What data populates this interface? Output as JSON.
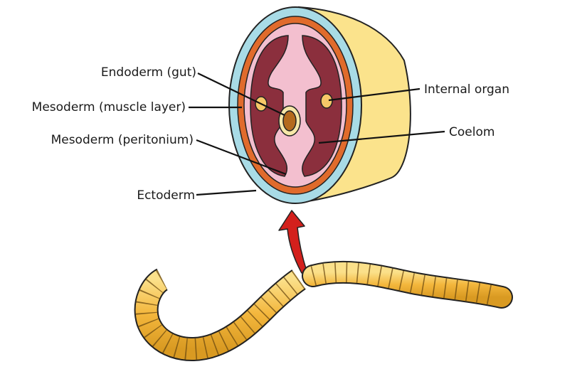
{
  "labels": {
    "endoderm": "Endoderm (gut)",
    "mesoderm_muscle": "Mesoderm (muscle layer)",
    "mesoderm_peritonium": "Mesoderm (peritonium)",
    "ectoderm": "Ectoderm",
    "internal_organ": "Internal organ",
    "coelom": "Coelom"
  },
  "colors": {
    "ectoderm": "#a8dbe6",
    "muscle": "#e06b2c",
    "peritoneum": "#f3bfcf",
    "coelom": "#8b2f3d",
    "gut": "#b46a1e",
    "body_side": "#fbe38c",
    "worm": "#f3b63c",
    "arrow": "#d3201c"
  }
}
